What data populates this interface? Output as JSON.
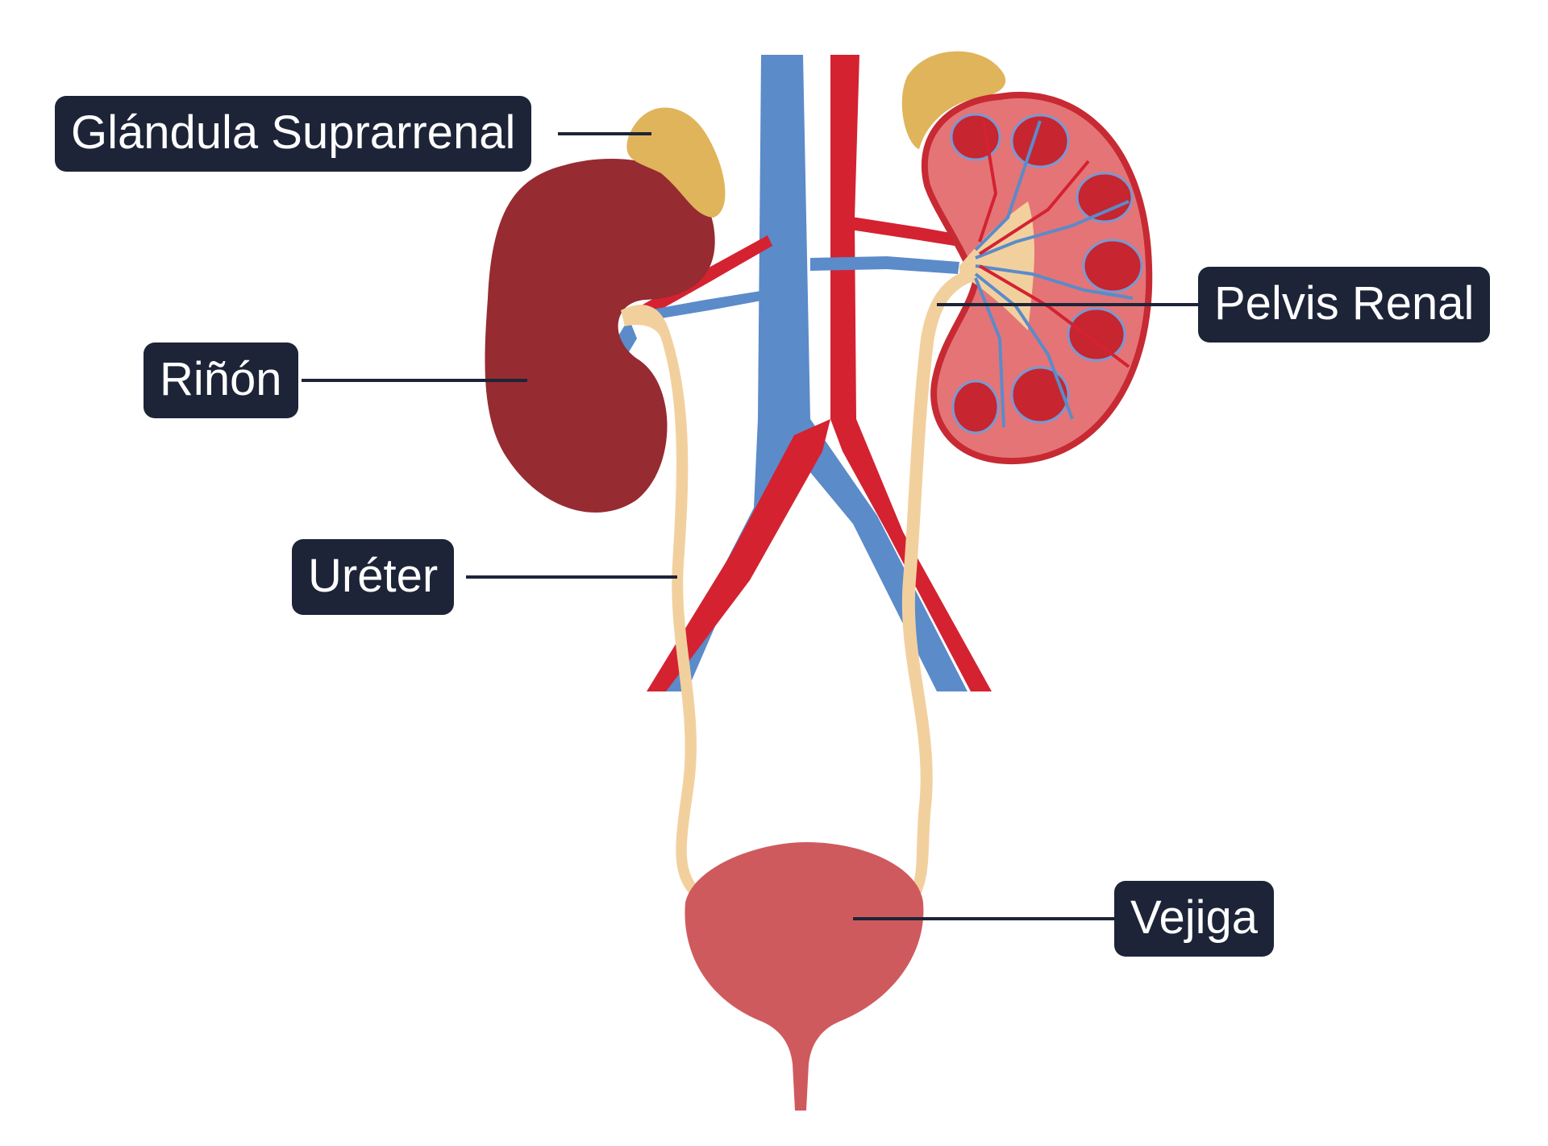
{
  "labels": {
    "adrenal": "Glándula Suprarrenal",
    "kidney": "Riñón",
    "ureter": "Uréter",
    "renal_pelvis": "Pelvis Renal",
    "bladder": "Vejiga"
  },
  "colors": {
    "label_bg": "#1d2438",
    "label_text": "#ffffff",
    "leader_line": "#1d2438",
    "kidney_dark": "#962b31",
    "kidney_section_outer": "#e57477",
    "kidney_section_rim": "#c72a33",
    "pyramid": "#c7252f",
    "adrenal": "#e0b45a",
    "vein": "#5b8bc9",
    "artery": "#d42231",
    "ureter": "#f2d09e",
    "bladder": "#cf5a5e"
  }
}
